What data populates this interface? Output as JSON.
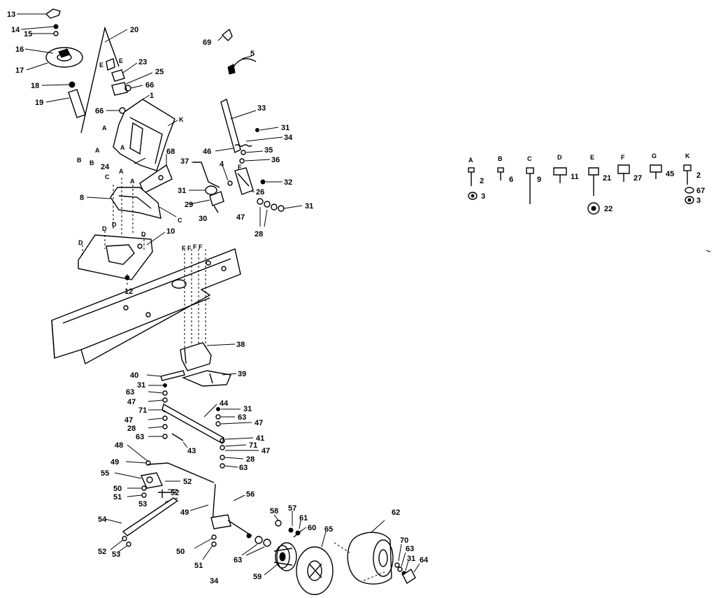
{
  "callouts": {
    "c1": "1",
    "c5": "5",
    "c8": "8",
    "c10": "10",
    "c12": "12",
    "c13": "13",
    "c14": "14",
    "c15": "15",
    "c16": "16",
    "c17": "17",
    "c18": "18",
    "c19": "19",
    "c20": "20",
    "c23": "23",
    "c24": "24",
    "c25": "25",
    "c26": "26",
    "c28a": "28",
    "c28b": "28",
    "c28c": "28",
    "c29": "29",
    "c30": "30",
    "c31a": "31",
    "c31b": "31",
    "c31c": "31",
    "c31d": "31",
    "c31e": "31",
    "c31f": "31",
    "c32": "32",
    "c33": "33",
    "c34a": "34",
    "c34b": "34",
    "c35": "35",
    "c36": "36",
    "c37": "37",
    "c38": "38",
    "c39": "39",
    "c40": "40",
    "c41": "41",
    "c43": "43",
    "c44": "44",
    "c46": "46",
    "c47a": "47",
    "c47b": "47",
    "c47c": "47",
    "c47d": "47",
    "c47e": "47",
    "c48": "48",
    "c49a": "49",
    "c49b": "49",
    "c50a": "50",
    "c50b": "50",
    "c51a": "51",
    "c51b": "51",
    "c52a": "52",
    "c52b": "52",
    "c52c": "52",
    "c53a": "53",
    "c53b": "53",
    "c54": "54",
    "c55": "55",
    "c56": "56",
    "c57": "57",
    "c58": "58",
    "c59": "59",
    "c60": "60",
    "c61": "61",
    "c62": "62",
    "c63a": "63",
    "c63b": "63",
    "c63c": "63",
    "c63d": "63",
    "c63e": "63",
    "c63f": "63",
    "c64": "64",
    "c65": "65",
    "c66a": "66",
    "c66b": "66",
    "c68": "68",
    "c69": "69",
    "c70": "70",
    "c71a": "71",
    "c71b": "71",
    "c4": "4"
  },
  "letters": {
    "A1": "A",
    "A2": "A",
    "A3": "A",
    "A4": "A",
    "B1": "B",
    "B2": "B",
    "C1": "C",
    "C2": "C",
    "D1": "D",
    "D2": "D",
    "D3": "D",
    "D4": "D",
    "E1": "E",
    "E2": "E",
    "F1": "F",
    "F2": "F",
    "F3": "F",
    "F4": "F",
    "F5": "F",
    "K1": "K",
    "A5": "A"
  },
  "hardware_legend": {
    "headers": [
      "A",
      "B",
      "C",
      "D",
      "E",
      "F",
      "G",
      "K"
    ],
    "items": {
      "a": "2",
      "a2": "3",
      "b": "6",
      "c": "9",
      "d": "11",
      "e": "21",
      "e2": "22",
      "f": "27",
      "g": "45",
      "k": "2",
      "k2": "67",
      "k3": "3"
    }
  }
}
